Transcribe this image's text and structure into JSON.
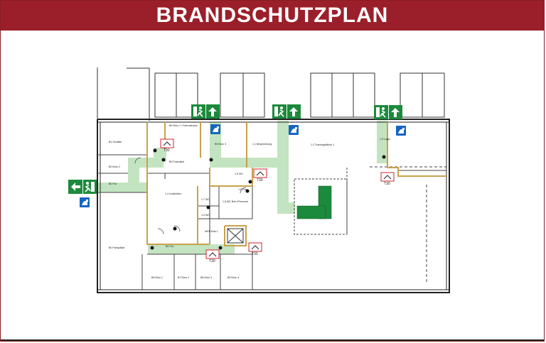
{
  "header": {
    "title": "BRANDSCHUTZPLAN"
  },
  "colors": {
    "header_red": "#9b1f2a",
    "escape_green": "#c3e4c0",
    "sign_green": "#1c8a3c",
    "sign_blue": "#1565c0",
    "wall_gold": "#c9a14a",
    "fire_red": "#d0202c"
  },
  "rooms": [
    {
      "id": "r01",
      "label": "B1 Schalter"
    },
    {
      "id": "r02",
      "label": "B0 Büro 1 / Fahrradraum"
    },
    {
      "id": "r03",
      "label": "B0 Büro 3"
    },
    {
      "id": "r04",
      "label": "1.1 Besprechung"
    },
    {
      "id": "r05",
      "label": "1.2 Trainingsfläche 1"
    },
    {
      "id": "r06",
      "label": "1.3 Lager"
    },
    {
      "id": "r07",
      "label": "B0 Büro 2"
    },
    {
      "id": "r08",
      "label": "B0 Flur"
    },
    {
      "id": "r09",
      "label": "B0 Putzmittel"
    },
    {
      "id": "r10",
      "label": "1.4 Umkleiden"
    },
    {
      "id": "r11",
      "label": "1.5 WC"
    },
    {
      "id": "r12",
      "label": "1.6 Flur"
    },
    {
      "id": "r13",
      "label": "1.7 WC"
    },
    {
      "id": "r14",
      "label": "1.8 WC Beh./Personal"
    },
    {
      "id": "r15",
      "label": "1.9 WC"
    },
    {
      "id": "r16",
      "label": "B0 Parkplätze"
    },
    {
      "id": "r17",
      "label": "B0 Flur"
    },
    {
      "id": "r18",
      "label": "WPB Bad 1"
    },
    {
      "id": "r19",
      "label": "B5 Büro 1"
    },
    {
      "id": "r20",
      "label": "B7 Büro 2"
    },
    {
      "id": "r21",
      "label": "B8 Büro 3"
    },
    {
      "id": "r22",
      "label": "B9 Büro 4"
    }
  ],
  "fire_doors": [
    {
      "id": "fd1",
      "label": "T30"
    },
    {
      "id": "fd2",
      "label": "T30"
    },
    {
      "id": "fd3",
      "label": "T30"
    },
    {
      "id": "fd4",
      "label": "T30"
    },
    {
      "id": "fd5",
      "label": "T30"
    }
  ],
  "exit_signs": [
    {
      "id": "ex1",
      "arrow": "up"
    },
    {
      "id": "ex2",
      "arrow": "up"
    },
    {
      "id": "ex3",
      "arrow": "up"
    },
    {
      "id": "ex4",
      "arrow": "left"
    }
  ],
  "icons": {
    "exit": "emergency-exit-icon",
    "arrow": "arrow-icon",
    "extinguisher": "fire-alarm-button-icon",
    "fire_door": "fire-door-icon"
  }
}
